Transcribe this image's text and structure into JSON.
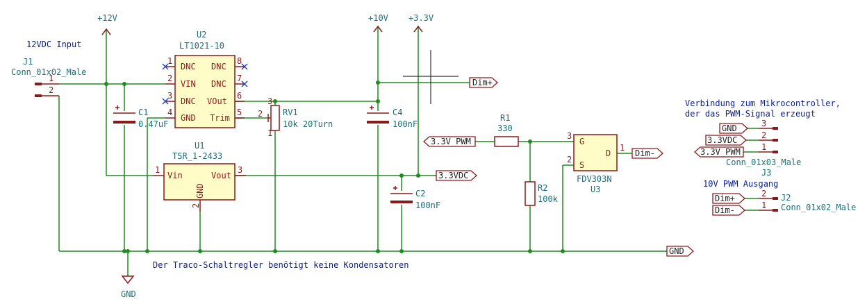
{
  "power_labels": {
    "p12v": "+12V",
    "p10v": "+10V",
    "p33v": "+3.3V",
    "gnd": "GND"
  },
  "j1": {
    "ref": "J1",
    "value": "Conn_01x02_Male",
    "title": "12VDC Input",
    "pin1": "1",
    "pin2": "2"
  },
  "u2": {
    "ref": "U2",
    "value": "LT1021-10",
    "pin_names": {
      "dnc1": "DNC",
      "vin": "VIN",
      "dnc3": "DNC",
      "gnd": "GND",
      "dnc8": "DNC",
      "dnc7": "DNC",
      "vout": "VOut",
      "trim": "Trim"
    },
    "pin_numbers": {
      "p1": "1",
      "p2": "2",
      "p3": "3",
      "p4": "4",
      "p5": "5",
      "p6": "6",
      "p7": "7",
      "p8": "8"
    }
  },
  "c1": {
    "ref": "C1",
    "value": "0.47uF"
  },
  "rv1": {
    "ref": "RV1",
    "value": "10k 20Turn",
    "pin1": "1",
    "pin2": "2",
    "pin3": "3"
  },
  "c4": {
    "ref": "C4",
    "value": "100nF"
  },
  "u1": {
    "ref": "U1",
    "value": "TSR_1-2433",
    "vin": "Vin",
    "vout": "Vout",
    "gnd": "GND",
    "pin1": "1",
    "pin2": "2",
    "pin3": "3"
  },
  "c2": {
    "ref": "C2",
    "value": "100nF"
  },
  "r1": {
    "ref": "R1",
    "value": "330"
  },
  "r2": {
    "ref": "R2",
    "value": "100k"
  },
  "u3": {
    "ref": "U3",
    "value": "FDV303N",
    "g": "G",
    "d": "D",
    "s": "S",
    "pin1": "1",
    "pin2": "2",
    "pin3": "3"
  },
  "net_labels": {
    "dimplus": "Dim+",
    "dimminus": "Dim-",
    "v33dc": "3.3VDC",
    "pwm": "3.3V_PWM",
    "gnd": "GND"
  },
  "j3": {
    "ref": "J3",
    "value": "Conn_01x03_Male",
    "pin1": "1",
    "pin2": "2",
    "pin3": "3",
    "gnd": "GND",
    "v33": "3.3VDC",
    "pwm": "3.3V_PWM"
  },
  "j2": {
    "ref": "J2",
    "value": "Conn_01x02_Male",
    "title": "10V PWM Ausgang",
    "pin1": "1",
    "pin2": "2",
    "dimplus": "Dim+",
    "dimminus": "Dim-"
  },
  "notes": {
    "mcu_line1": "Verbindung zum Mikrocontroller,",
    "mcu_line2": "der das PWM-Signal erzeugt",
    "traco": "Der Traco-Schaltregler benötigt keine Kondensatoren"
  }
}
